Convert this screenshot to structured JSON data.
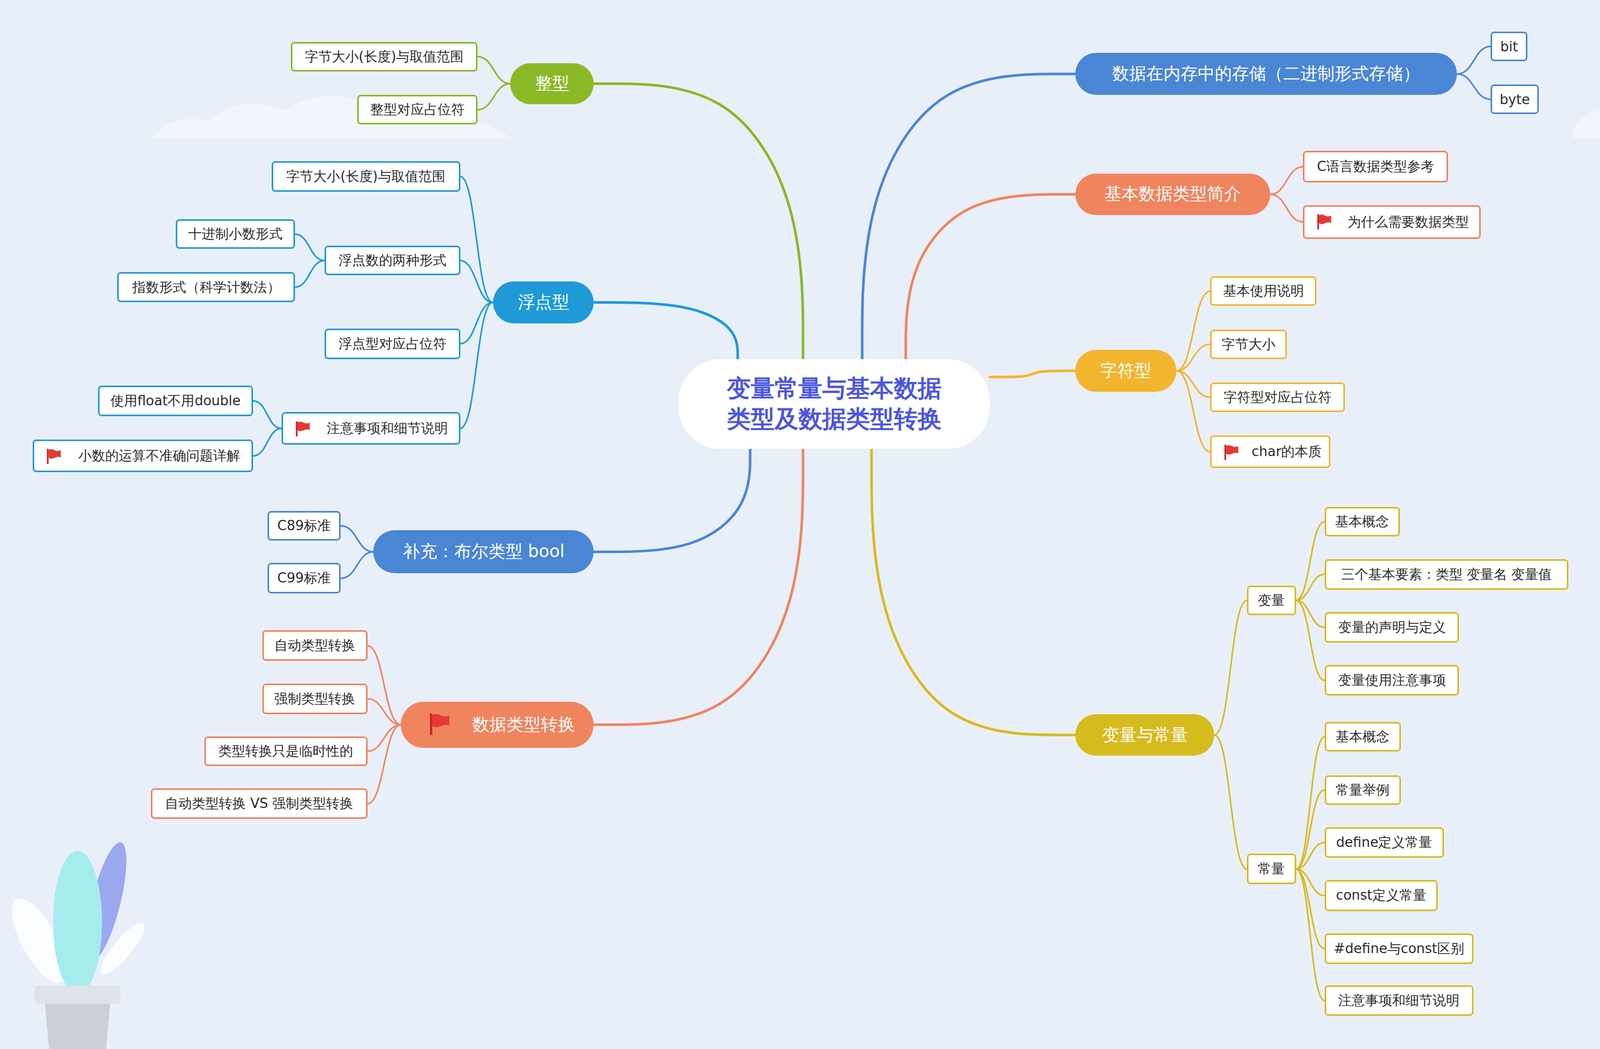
{
  "diagram": {
    "nodes": [
      {
        "text": [
          "变量常量与基本数据 类型及数据类型转换"
        ]
      },
      {
        "text": [
          "数据在内存中的存储（二进制形式存储）"
        ]
      },
      {
        "text": [
          "bit"
        ]
      },
      {
        "text": [
          "byte"
        ]
      },
      {
        "text": [
          "基本数据类型简介"
        ]
      },
      {
        "text": [
          "C语言数据类型参考"
        ]
      },
      {
        "text": [
          "为什么需要数据类型"
        ]
      },
      {
        "text": [
          "字符型"
        ]
      },
      {
        "text": [
          "基本使用说明"
        ]
      },
      {
        "text": [
          "字节大小"
        ]
      },
      {
        "text": [
          "字符型对应占位符"
        ]
      },
      {
        "text": [
          "char的本质"
        ]
      },
      {
        "text": [
          "变量与常量"
        ]
      },
      {
        "text": [
          "变量"
        ]
      },
      {
        "text": [
          "基本概念"
        ]
      },
      {
        "text": [
          "三个基本要素：类型 变量名 变量值"
        ]
      },
      {
        "text": [
          "变量的声明与定义"
        ]
      },
      {
        "text": [
          "变量使用注意事项"
        ]
      },
      {
        "text": [
          "常量"
        ]
      },
      {
        "text": [
          "基本概念"
        ]
      },
      {
        "text": [
          "常量举例"
        ]
      },
      {
        "text": [
          "define定义常量"
        ]
      },
      {
        "text": [
          "const定义常量"
        ]
      },
      {
        "text": [
          "#define与const区别"
        ]
      },
      {
        "text": [
          "注意事项和细节说明"
        ]
      },
      {
        "text": [
          "整型"
        ]
      },
      {
        "text": [
          "字节大小(长度)与取值范围"
        ]
      },
      {
        "text": [
          "整型对应占位符"
        ]
      },
      {
        "text": [
          "浮点型"
        ]
      },
      {
        "text": [
          "字节大小(长度)与取值范围"
        ]
      },
      {
        "text": [
          "浮点数的两种形式"
        ]
      },
      {
        "text": [
          "十进制小数形式"
        ]
      },
      {
        "text": [
          "指数形式（科学计数法）"
        ]
      },
      {
        "text": [
          "浮点型对应占位符"
        ]
      },
      {
        "text": [
          "注意事项和细节说明"
        ]
      },
      {
        "text": [
          "使用float不用double"
        ]
      },
      {
        "text": [
          "小数的运算不准确问题详解"
        ]
      },
      {
        "text": [
          "补充：布尔类型 bool"
        ]
      },
      {
        "text": [
          "C89标准"
        ]
      },
      {
        "text": [
          "C99标准"
        ]
      },
      {
        "text": [
          "数据类型转换"
        ]
      },
      {
        "text": [
          "自动类型转换"
        ]
      },
      {
        "text": [
          "强制类型转换"
        ]
      },
      {
        "text": [
          "类型转换只是临时性的"
        ]
      },
      {
        "text": [
          "自动类型转换 VS 强制类型转换"
        ]
      }
    ],
    "edges": [
      {
        "from": 0,
        "to": 1,
        "arrow": "none"
      },
      {
        "from": 1,
        "to": 2,
        "arrow": "none"
      },
      {
        "from": 1,
        "to": 3,
        "arrow": "none"
      },
      {
        "from": 0,
        "to": 4,
        "arrow": "none"
      },
      {
        "from": 4,
        "to": 5,
        "arrow": "none"
      },
      {
        "from": 4,
        "to": 6,
        "arrow": "none"
      },
      {
        "from": 0,
        "to": 7,
        "arrow": "none"
      },
      {
        "from": 7,
        "to": 8,
        "arrow": "none"
      },
      {
        "from": 7,
        "to": 9,
        "arrow": "none"
      },
      {
        "from": 7,
        "to": 10,
        "arrow": "none"
      },
      {
        "from": 7,
        "to": 11,
        "arrow": "none"
      },
      {
        "from": 0,
        "to": 12,
        "arrow": "none"
      },
      {
        "from": 12,
        "to": 13,
        "arrow": "none"
      },
      {
        "from": 13,
        "to": 14,
        "arrow": "none"
      },
      {
        "from": 13,
        "to": 15,
        "arrow": "none"
      },
      {
        "from": 13,
        "to": 16,
        "arrow": "none"
      },
      {
        "from": 13,
        "to": 17,
        "arrow": "none"
      },
      {
        "from": 12,
        "to": 18,
        "arrow": "none"
      },
      {
        "from": 18,
        "to": 19,
        "arrow": "none"
      },
      {
        "from": 18,
        "to": 20,
        "arrow": "none"
      },
      {
        "from": 18,
        "to": 21,
        "arrow": "none"
      },
      {
        "from": 18,
        "to": 22,
        "arrow": "none"
      },
      {
        "from": 18,
        "to": 23,
        "arrow": "none"
      },
      {
        "from": 18,
        "to": 24,
        "arrow": "none"
      },
      {
        "from": 0,
        "to": 25,
        "arrow": "none"
      },
      {
        "from": 25,
        "to": 26,
        "arrow": "none"
      },
      {
        "from": 25,
        "to": 27,
        "arrow": "none"
      },
      {
        "from": 0,
        "to": 28,
        "arrow": "none"
      },
      {
        "from": 28,
        "to": 29,
        "arrow": "none"
      },
      {
        "from": 28,
        "to": 30,
        "arrow": "none"
      },
      {
        "from": 30,
        "to": 31,
        "arrow": "none"
      },
      {
        "from": 30,
        "to": 32,
        "arrow": "none"
      },
      {
        "from": 28,
        "to": 33,
        "arrow": "none"
      },
      {
        "from": 28,
        "to": 34,
        "arrow": "none"
      },
      {
        "from": 34,
        "to": 35,
        "arrow": "none"
      },
      {
        "from": 34,
        "to": 36,
        "arrow": "none"
      },
      {
        "from": 0,
        "to": 37,
        "arrow": "none"
      },
      {
        "from": 37,
        "to": 38,
        "arrow": "none"
      },
      {
        "from": 37,
        "to": 39,
        "arrow": "none"
      },
      {
        "from": 0,
        "to": 40,
        "arrow": "none"
      },
      {
        "from": 40,
        "to": 41,
        "arrow": "none"
      },
      {
        "from": 40,
        "to": 42,
        "arrow": "none"
      },
      {
        "from": 40,
        "to": 43,
        "arrow": "none"
      },
      {
        "from": 40,
        "to": 44,
        "arrow": "none"
      }
    ]
  }
}
